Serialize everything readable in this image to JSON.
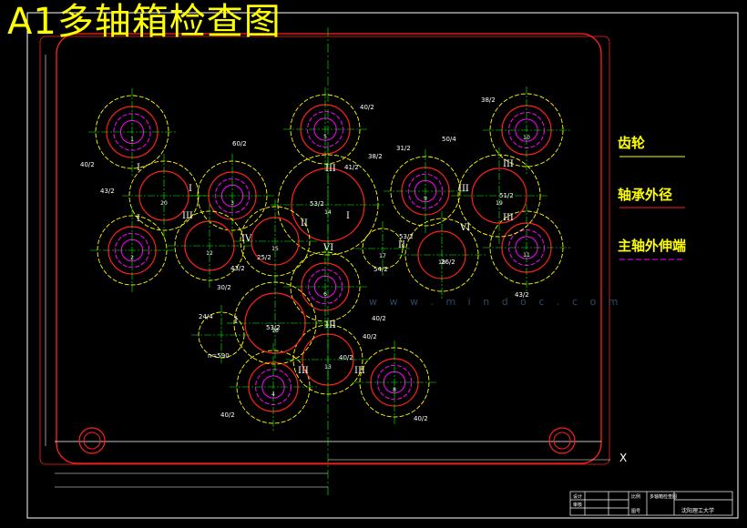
{
  "title": "A1多轴箱检查图",
  "legend": {
    "gear": "齿轮",
    "bearing": "轴承外径",
    "spindle": "主轴外伸端",
    "colors": {
      "gear": "#ffff00",
      "bearing": "#ff2020",
      "spindle": "#ff00ff"
    }
  },
  "axis_x_label": "X",
  "watermark": "w w w . m i n d o c . c o m",
  "shaft_numbers": [
    "1",
    "2",
    "3",
    "4",
    "5",
    "6",
    "8",
    "9",
    "10",
    "11",
    "12",
    "13",
    "14",
    "15",
    "16",
    "17",
    "18",
    "19",
    "20"
  ],
  "roman_marks": [
    "I",
    "II",
    "III",
    "IV",
    "V",
    "VI"
  ],
  "tooth_labels": [
    "40/2",
    "43/2",
    "60/2",
    "40/2",
    "38/2",
    "31/2",
    "50/4",
    "53/2",
    "38/2",
    "41/2",
    "25/2",
    "43/2",
    "54/2",
    "53/2",
    "51/2",
    "26/2",
    "30/2",
    "24/4",
    "40/2",
    "53/2",
    "40/2",
    "40/2",
    "40/2",
    "40/2",
    "43/2"
  ],
  "dim_note": "n=590",
  "title_block": {
    "school": "沈阳理工大学",
    "drawing": "多轴箱检查图",
    "cells": [
      "设计",
      "审核",
      "比例",
      "图号"
    ]
  }
}
